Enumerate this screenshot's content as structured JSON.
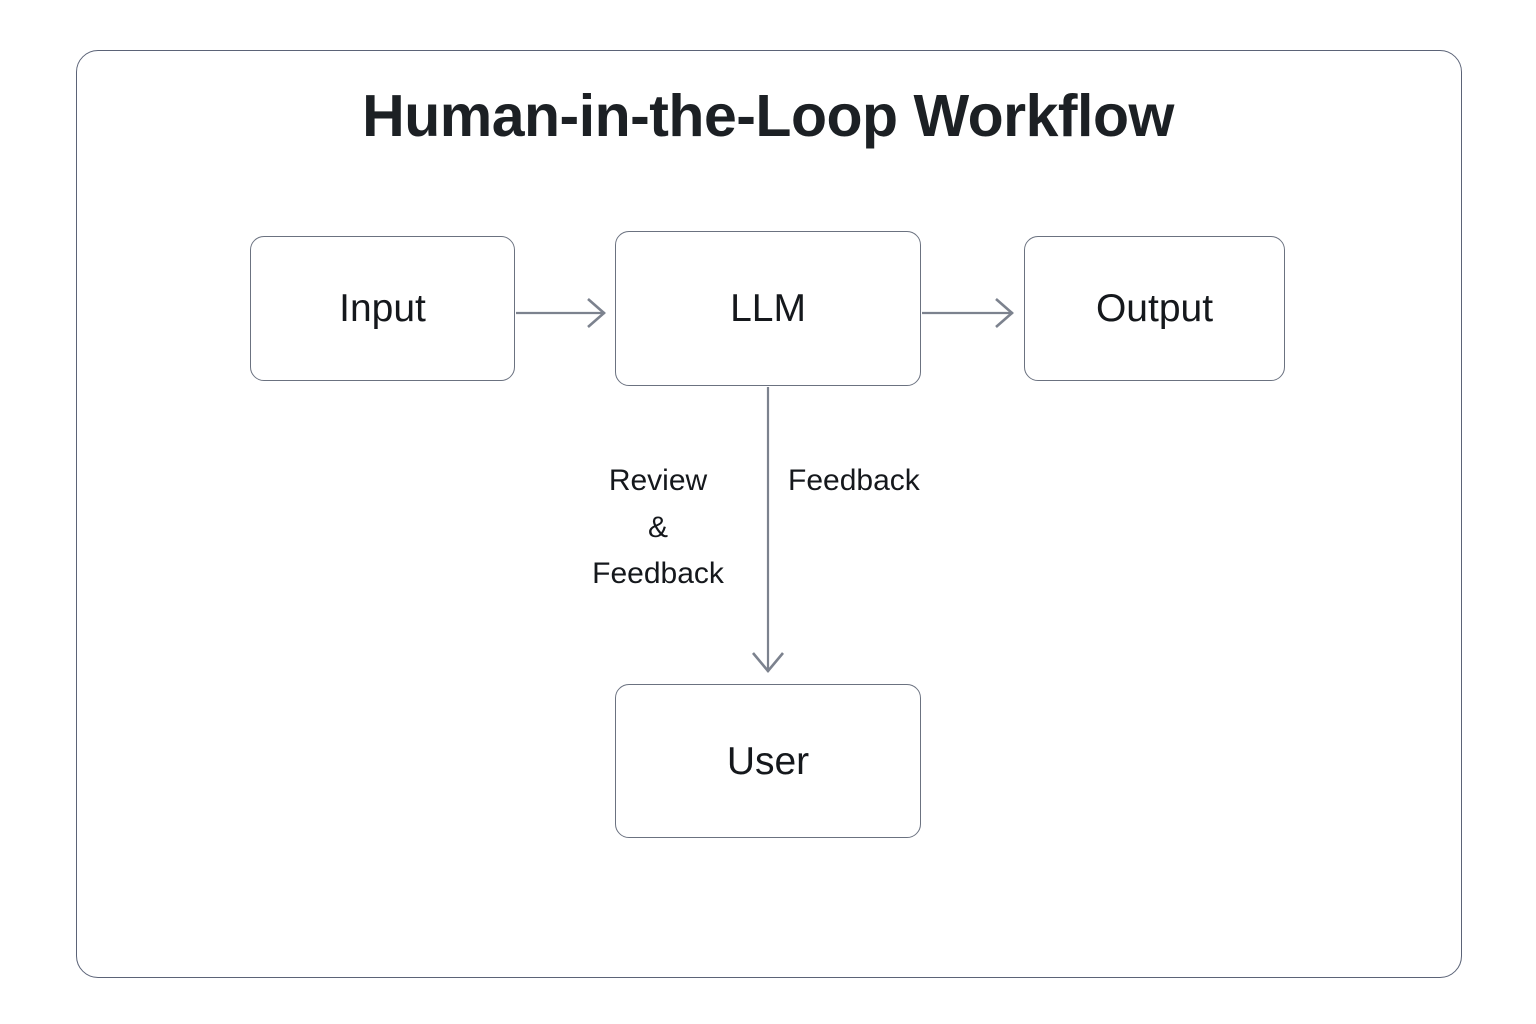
{
  "diagram": {
    "title": "Human-in-the-Loop Workflow",
    "type": "flowchart",
    "background_color": "#ffffff",
    "panel_border_color": "#5b6377",
    "node_border_color": "#6b7280",
    "connector_color": "#7c828e",
    "text_color": "#15181c",
    "nodes": [
      {
        "id": "input",
        "label": "Input"
      },
      {
        "id": "llm",
        "label": "LLM"
      },
      {
        "id": "output",
        "label": "Output"
      },
      {
        "id": "user",
        "label": "User"
      }
    ],
    "edges": [
      {
        "id": "input-to-llm",
        "from": "input",
        "to": "llm",
        "label": "",
        "direction": "right"
      },
      {
        "id": "llm-to-output",
        "from": "llm",
        "to": "output",
        "label": "",
        "direction": "right"
      },
      {
        "id": "llm-to-user",
        "from": "llm",
        "to": "user",
        "label_left": "Review\n&\nFeedback",
        "label_right": "Feedback",
        "direction": "down"
      }
    ],
    "labels": {
      "review_feedback": "Review\n&\nFeedback",
      "feedback": "Feedback"
    }
  }
}
